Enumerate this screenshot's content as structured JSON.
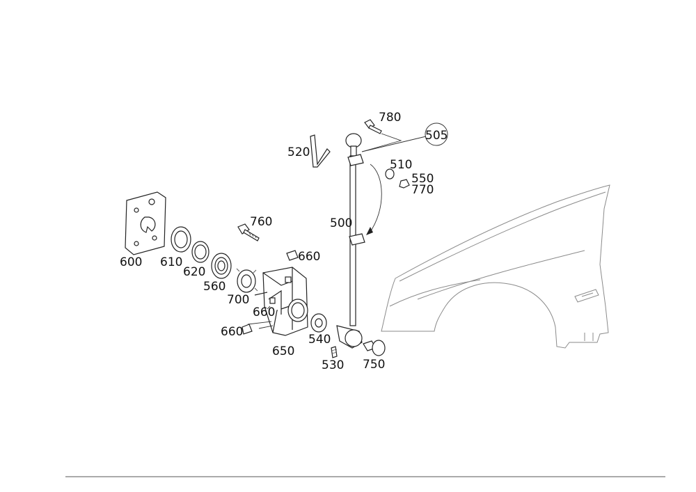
{
  "parts": {
    "p500": "500",
    "p505": "505",
    "p510": "510",
    "p520": "520",
    "p530": "530",
    "p540": "540",
    "p550": "550",
    "p560": "560",
    "p600": "600",
    "p610": "610",
    "p620": "620",
    "p650": "650",
    "p660a": "660",
    "p660b": "660",
    "p660c": "660",
    "p700": "700",
    "p750": "750",
    "p760": "760",
    "p770": "770",
    "p780": "780"
  }
}
